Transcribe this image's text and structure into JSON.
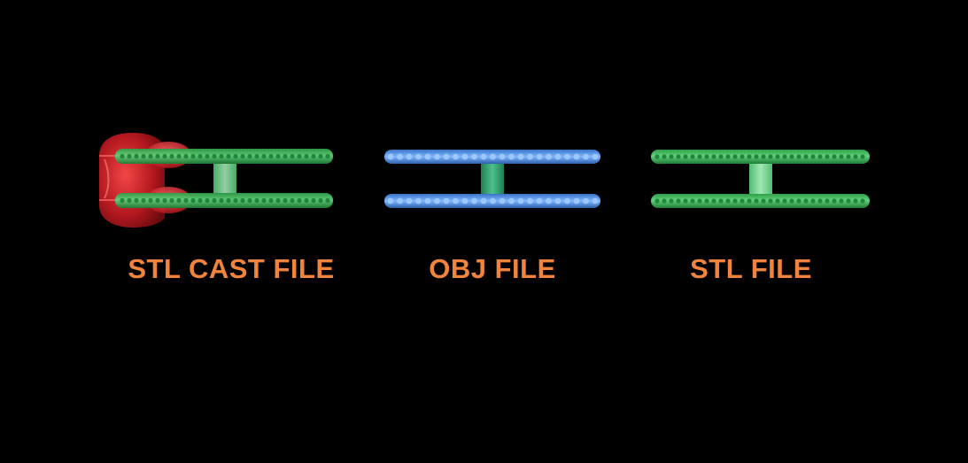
{
  "labels": {
    "cast": "STL CAST FILE",
    "obj": "OBJ FILE",
    "stl": "STL FILE"
  },
  "colors": {
    "background": "#000000",
    "label": "#f0843c",
    "green_band": "#3fc05a",
    "green_band_dark": "#228a3a",
    "green_bead": "#2e9a48",
    "green_link": "#7fd497",
    "blue_band": "#4d8fe6",
    "blue_bead": "#7fb6ff",
    "teal_link": "#3aa876",
    "red_cast": "#d0202a",
    "red_cast_light": "#ff5a5a"
  }
}
